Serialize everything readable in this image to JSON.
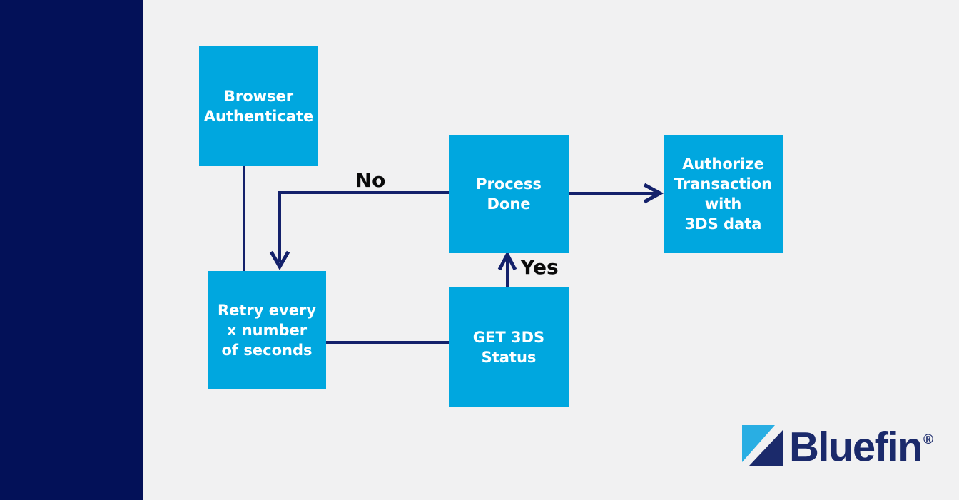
{
  "colors": {
    "background": "#f1f1f2",
    "sidebar_navy": "#031158",
    "node_cyan": "#00a7df",
    "node_text": "#ffffff",
    "connector_navy": "#14216b",
    "edge_label_black": "#0a0a0a",
    "logo_navy": "#1b2a6b",
    "logo_cyan": "#29aee3"
  },
  "flowchart": {
    "nodes": [
      {
        "id": "browser-authenticate",
        "label": "Browser\nAuthenticate"
      },
      {
        "id": "process-done",
        "label": "Process\nDone"
      },
      {
        "id": "authorize-transaction",
        "label": "Authorize\nTransaction\nwith\n3DS data"
      },
      {
        "id": "retry-every-x-seconds",
        "label": "Retry every\nx number\nof seconds"
      },
      {
        "id": "get-3ds-status",
        "label": "GET 3DS\nStatus"
      }
    ],
    "edge_labels": {
      "no": "No",
      "yes": "Yes"
    }
  },
  "logo": {
    "wordmark": "Bluefin",
    "registered_mark": "®"
  }
}
